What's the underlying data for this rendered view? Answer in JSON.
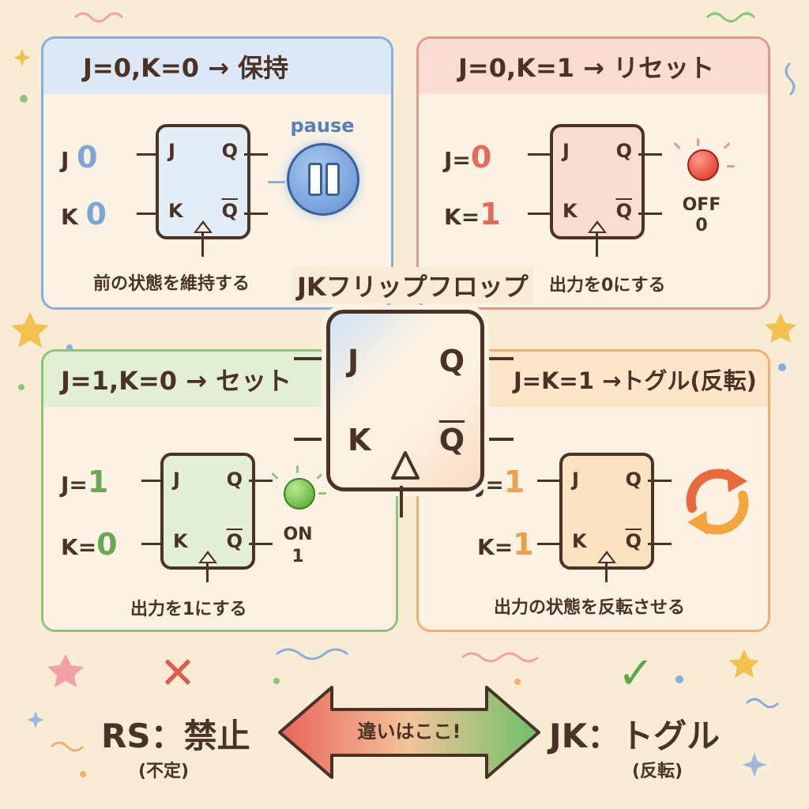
{
  "title": "JKフリップフロップ",
  "center_ff": {
    "j": "J",
    "k": "K",
    "q": "Q",
    "qbar": "Q"
  },
  "panels": {
    "hold": {
      "heading": "J=0,K=0 → 保持",
      "j_label": "J",
      "j_value": "0",
      "k_label": "K",
      "k_value": "0",
      "ff": {
        "j": "J",
        "k": "K",
        "q": "Q",
        "qbar": "Q"
      },
      "indicator_label": "pause",
      "indicator_icon": "pause-icon",
      "caption": "前の状態を維持する",
      "color": "#86aede"
    },
    "reset": {
      "heading": "J=0,K=1 → リセット",
      "j_label": "J=",
      "j_value": "0",
      "k_label": "K=",
      "k_value": "1",
      "ff": {
        "j": "J",
        "k": "K",
        "q": "Q",
        "qbar": "Q"
      },
      "indicator_label": "OFF",
      "indicator_value": "0",
      "caption": "出力を0にする",
      "color": "#e8968a"
    },
    "set": {
      "heading": "J=1,K=0 → セット",
      "j_label": "J=",
      "j_value": "1",
      "k_label": "K=",
      "k_value": "0",
      "ff": {
        "j": "J",
        "k": "K",
        "q": "Q",
        "qbar": "Q"
      },
      "indicator_label": "ON",
      "indicator_value": "1",
      "caption": "出力を1にする",
      "color": "#8ec37c"
    },
    "toggle": {
      "heading": "J=K=1 →トグル(反転)",
      "j_label": "J=",
      "j_value": "1",
      "k_label": "K=",
      "k_value": "1",
      "ff": {
        "j": "J",
        "k": "K",
        "q": "Q",
        "qbar": "Q"
      },
      "indicator_icon": "cycle-arrows-icon",
      "caption": "出力の状態を反転させる",
      "color": "#f0b071"
    }
  },
  "comparison": {
    "left_mark": "✕",
    "left_title": "RS：禁止",
    "left_sub": "(不定)",
    "arrow_text": "違いはここ!",
    "right_mark": "✓",
    "right_title": "JK：トグル",
    "right_sub": "(反転)"
  }
}
